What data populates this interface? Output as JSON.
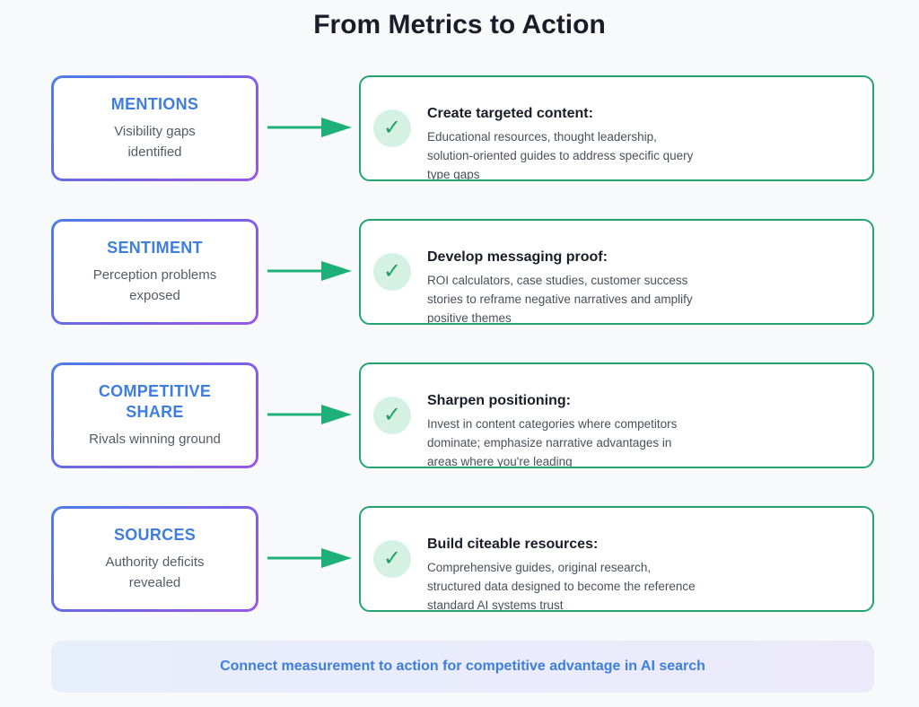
{
  "title": "From Metrics to Action",
  "rows": [
    {
      "metric": "MENTIONS",
      "metric_desc": "Visibility gaps identified",
      "action_title": "Create targeted content:",
      "action_desc": "Educational resources, thought leadership, solution-oriented guides to address specific query type gaps"
    },
    {
      "metric": "SENTIMENT",
      "metric_desc": "Perception problems exposed",
      "action_title": "Develop messaging proof:",
      "action_desc": "ROI calculators, case studies, customer success stories to reframe negative narratives and amplify positive themes"
    },
    {
      "metric": "COMPETITIVE SHARE",
      "metric_desc": "Rivals winning ground",
      "action_title": "Sharpen positioning:",
      "action_desc": "Invest in content categories where competitors dominate; emphasize narrative advantages in areas where you're leading"
    },
    {
      "metric": "SOURCES",
      "metric_desc": "Authority deficits revealed",
      "action_title": "Build citeable resources:",
      "action_desc": "Comprehensive guides, original research, structured data designed to become the reference standard AI systems trust"
    }
  ],
  "icons": {
    "arrow": "arrow-right-icon",
    "check": "checkmark-icon"
  },
  "colors": {
    "metric_text": "#3d7ee0",
    "action_border": "#22a56e",
    "arrow": "#1fb07a"
  },
  "footer": "Connect measurement to action for competitive advantage in AI search"
}
